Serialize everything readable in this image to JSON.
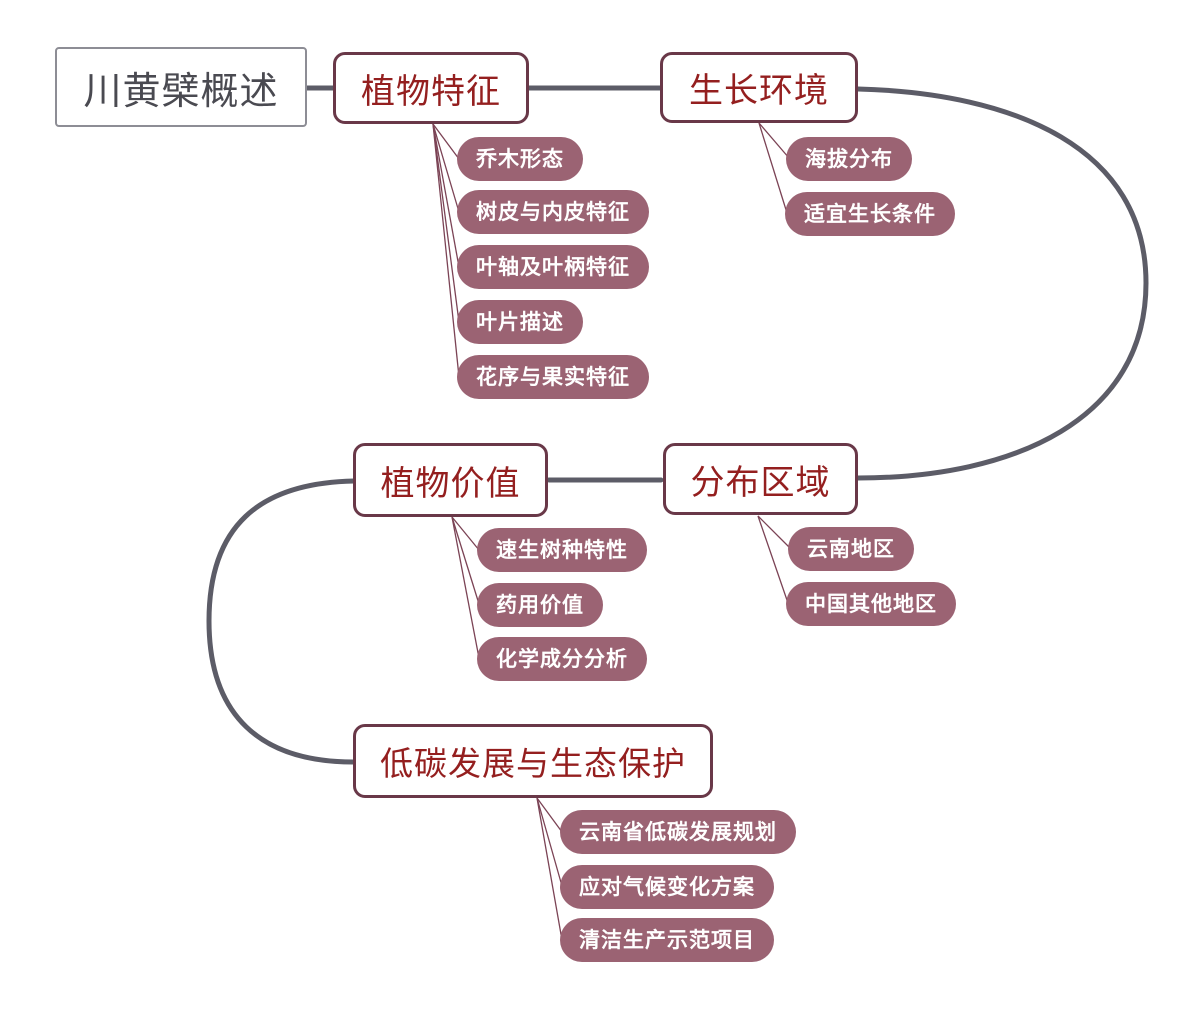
{
  "root": {
    "label": "川黄檗概述"
  },
  "branches": [
    {
      "label": "植物特征",
      "children": [
        "乔木形态",
        "树皮与内皮特征",
        "叶轴及叶柄特征",
        "叶片描述",
        "花序与果实特征"
      ]
    },
    {
      "label": "生长环境",
      "children": [
        "海拔分布",
        "适宜生长条件"
      ]
    },
    {
      "label": "分布区域",
      "children": [
        "云南地区",
        "中国其他地区"
      ]
    },
    {
      "label": "植物价值",
      "children": [
        "速生树种特性",
        "药用价值",
        "化学成分分析"
      ]
    },
    {
      "label": "低碳发展与生态保护",
      "children": [
        "云南省低碳发展规划",
        "应对气候变化方案",
        "清洁生产示范项目"
      ]
    }
  ],
  "colors": {
    "main_connector": "#5c5c67",
    "branch_connector": "#7b4355",
    "node_border": "#693848",
    "node_text": "#941f1f",
    "child_pill_bg": "#9b6373",
    "child_pill_text": "#ffffff",
    "root_border": "#8d8d95",
    "root_text": "#4a4a51"
  }
}
